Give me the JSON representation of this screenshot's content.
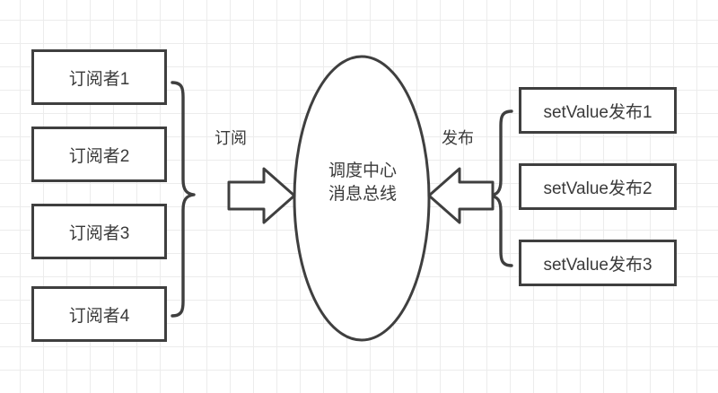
{
  "diagram": {
    "title_text_visible": false,
    "background": {
      "grid": "light-gray-square-grid",
      "grid_color": "#ececec",
      "paper_color": "#ffffff"
    },
    "stroke_color": "#3f3f3f",
    "text_color": "#3a3a3a",
    "hub": {
      "shape": "ellipse",
      "line_1": "调度中心",
      "line_2": "消息总线"
    },
    "subscribers": {
      "group_label": "订阅",
      "brace": "right-curly-brace",
      "items": [
        {
          "label": "订阅者1"
        },
        {
          "label": "订阅者2"
        },
        {
          "label": "订阅者3"
        },
        {
          "label": "订阅者4"
        }
      ]
    },
    "publishers": {
      "group_label": "发布",
      "brace": "left-curly-brace",
      "items": [
        {
          "label": "setValue发布1"
        },
        {
          "label": "setValue发布2"
        },
        {
          "label": "setValue发布3"
        }
      ]
    },
    "arrows": [
      {
        "name": "subscribe-arrow",
        "direction": "right",
        "style": "hollow-block-arrow"
      },
      {
        "name": "publish-arrow",
        "direction": "left",
        "style": "hollow-block-arrow"
      }
    ]
  }
}
